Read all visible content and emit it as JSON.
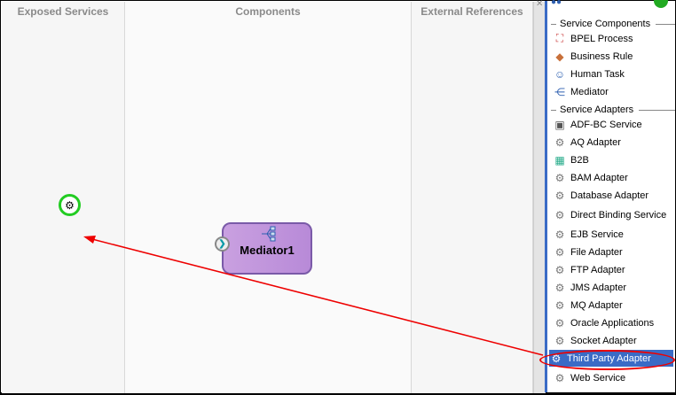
{
  "lanes": {
    "exposed": "Exposed Services",
    "components": "Components",
    "external": "External References"
  },
  "canvas": {
    "mediator_label": "Mediator1"
  },
  "palette": {
    "service_components_header": "Service Components",
    "service_components": [
      "BPEL Process",
      "Business Rule",
      "Human Task",
      "Mediator"
    ],
    "service_adapters_header": "Service Adapters",
    "service_adapters": [
      "ADF-BC Service",
      "AQ Adapter",
      "B2B",
      "BAM Adapter",
      "Database Adapter",
      "Direct Binding Service",
      "EJB Service",
      "File Adapter",
      "FTP Adapter",
      "JMS Adapter",
      "MQ Adapter",
      "Oracle Applications",
      "Socket Adapter",
      "Third Party Adapter",
      "Web Service"
    ],
    "selected": "Third Party Adapter"
  },
  "colors": {
    "accent": "#3a6bc6",
    "annotation": "#ee0000",
    "drop_target": "#22cc22"
  }
}
